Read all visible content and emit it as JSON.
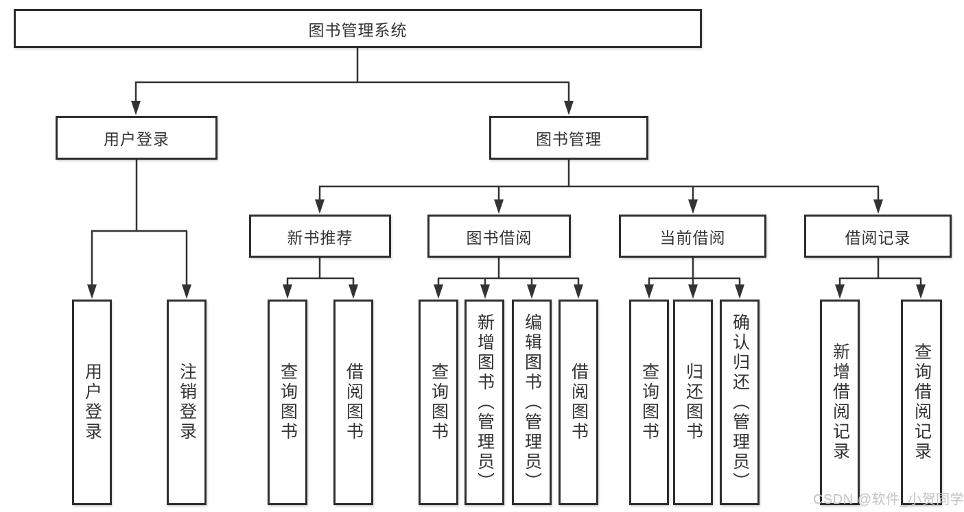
{
  "colors": {
    "line": "#333333",
    "box_border": "#2e2e2e",
    "box_fill": "#ffffff",
    "text": "#333333",
    "watermark": "#c6c6c6",
    "background": "#ffffff"
  },
  "watermark": {
    "text": "CSDN @软件_小贺同学"
  },
  "tree": {
    "root": {
      "label": "图书管理系统"
    },
    "children": [
      {
        "label": "用户登录",
        "children": [
          {
            "label": "用户登录"
          },
          {
            "label": "注销登录"
          }
        ]
      },
      {
        "label": "图书管理",
        "children": [
          {
            "label": "新书推荐",
            "children": [
              {
                "label": "查询图书"
              },
              {
                "label": "借阅图书"
              }
            ]
          },
          {
            "label": "图书借阅",
            "children": [
              {
                "label": "查询图书"
              },
              {
                "label": "新增图书（管理员）"
              },
              {
                "label": "编辑图书（管理员）"
              },
              {
                "label": "借阅图书"
              }
            ]
          },
          {
            "label": "当前借阅",
            "children": [
              {
                "label": "查询图书"
              },
              {
                "label": "归还图书"
              },
              {
                "label": "确认归还（管理员）"
              }
            ]
          },
          {
            "label": "借阅记录",
            "children": [
              {
                "label": "新增借阅记录"
              },
              {
                "label": "查询借阅记录"
              }
            ]
          }
        ]
      }
    ]
  }
}
